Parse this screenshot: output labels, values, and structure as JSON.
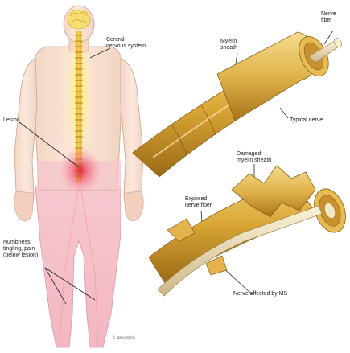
{
  "labels": {
    "nerve_fiber": "Nerve\nfiber",
    "central_nervous_system": "Central\nnervous system",
    "myelin_sheath": "Myelin\nsheath",
    "lesion": "Lesion",
    "typical_nerve": "Typical nerve",
    "damaged_myelin_sheath": "Damaged\nmyelin sheath",
    "exposed_nerve_fiber": "Exposed\nnerve fiber",
    "numbness": "Numbness,\ntingling, pain\n(below lesion)",
    "nerve_affected_by_ms": "Nerve affected by MS",
    "credit": "© Mayo Clinic"
  }
}
